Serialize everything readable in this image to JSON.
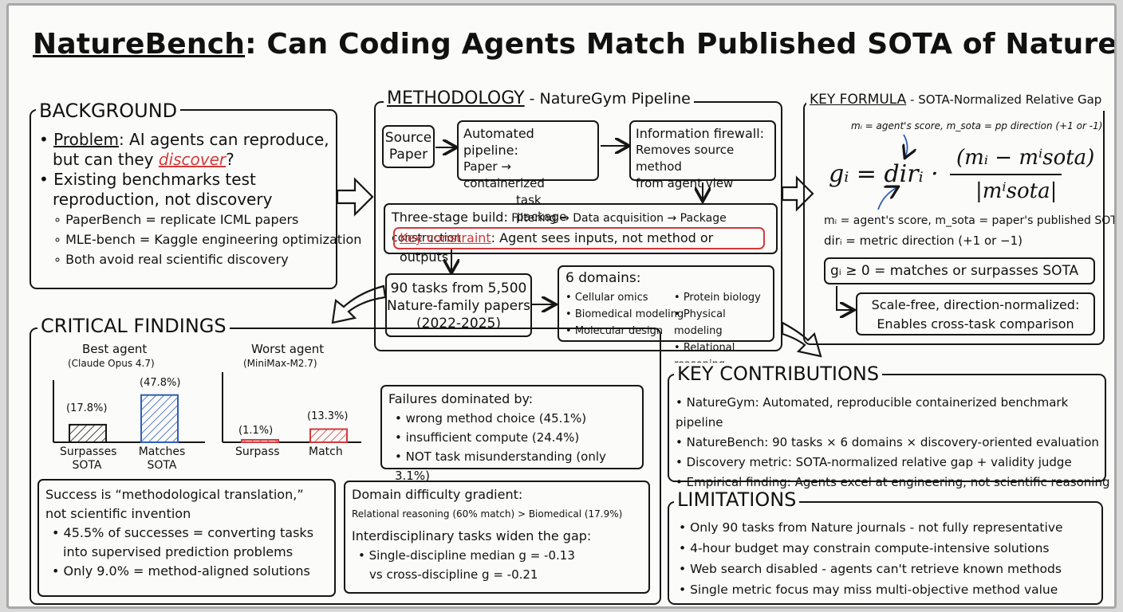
{
  "title": {
    "prefix": "NatureBench",
    "rest": ": Can Coding Agents Match Published SOTA of Nature-Family Papers?"
  },
  "colors": {
    "red": "#d23a3a",
    "blue": "#2f5fb8",
    "ink": "#161616"
  },
  "background": {
    "header": "BACKGROUND",
    "p1_label": "Problem",
    "p1_rest": ": AI agents can reproduce,",
    "p1_line2a": "but can they ",
    "p1_discover": "discover",
    "p1_line2b": "?",
    "p2_line1": "Existing benchmarks test",
    "p2_line2": "reproduction, not discovery",
    "sub1": "PaperBench = replicate ICML papers",
    "sub2": "MLE-bench = Kaggle engineering optimization",
    "sub3": "Both avoid real scientific discovery"
  },
  "methodology": {
    "header_main": "METHODOLOGY",
    "header_sub": " - NatureGym Pipeline",
    "source": [
      "Source",
      "Paper"
    ],
    "auto": [
      "Automated pipeline:",
      "Paper → containerized",
      "task package"
    ],
    "firewall": [
      "Information firewall:",
      "Removes source method",
      "from agent view"
    ],
    "stage_label": "Three-stage build:",
    "stage_text": " Filtering → Data acquisition → Package construction",
    "constraint_label": "Key constraint",
    "constraint_text": ": Agent sees inputs, not method or outputs",
    "tasks": [
      "90 tasks from 5,500",
      "Nature-family papers",
      "(2022-2025)"
    ],
    "domains_title": "6 domains:",
    "domains": [
      "Cellular omics",
      "Biomedical modeling",
      "Molecular design",
      "Protein biology",
      "Physical modeling",
      "Relational reasoning"
    ]
  },
  "formula": {
    "header_main": "KEY FORMULA",
    "header_sub": " - SOTA-Normalized Relative Gap",
    "note_top": "mᵢ = agent's score, m_sota = pp direction (+1 or -1)",
    "g": "gᵢ = dirᵢ ·",
    "numerator": "(mᵢ − mⁱsota)",
    "denominator": "|mⁱsota|",
    "def1": "mᵢ = agent's score, m_sota = paper's published SOTA",
    "def2": "dirᵢ = metric direction (+1 or −1)",
    "cond": "gᵢ ≥ 0 = matches or surpasses SOTA",
    "scale1": "Scale-free, direction-normalized:",
    "scale2": "Enables cross-task comparison"
  },
  "findings": {
    "header": "CRITICAL FINDINGS",
    "best_title": "Best agent",
    "best_sub": "(Claude Opus 4.7)",
    "worst_title": "Worst agent",
    "worst_sub": "(MiniMax-M2.7)",
    "failures_title": "Failures dominated by:",
    "failures": [
      "wrong method choice (45.1%)",
      "insufficient compute (24.4%)",
      "NOT task misunderstanding (only 3.1%)"
    ],
    "success_l1": "Success is “methodological translation,”",
    "success_l2": "not scientific invention",
    "success_b1a": "45.5% of successes = converting tasks",
    "success_b1b": "into supervised prediction problems",
    "success_b2": "Only 9.0% = method-aligned solutions",
    "domain_title": "Domain difficulty gradient:",
    "domain_line": "Relational reasoning (60% match) > Biomedical (17.9%)",
    "inter_title": "Interdisciplinary tasks widen the gap:",
    "inter_b1": "Single-discipline median g = -0.13",
    "inter_b2": "vs cross-discipline g = -0.21"
  },
  "chart_data": [
    {
      "type": "bar",
      "title": "Best agent",
      "subtitle": "(Claude Opus 4.7)",
      "categories": [
        "Surpasses SOTA",
        "Matches SOTA"
      ],
      "values": [
        17.8,
        47.8
      ],
      "labels": [
        "(17.8%)",
        "(47.8%)"
      ],
      "colors": [
        "#161616",
        "#2f5fb8"
      ],
      "ylim": [
        0,
        50
      ]
    },
    {
      "type": "bar",
      "title": "Worst agent",
      "subtitle": "(MiniMax-M2.7)",
      "categories": [
        "Surpass",
        "Match"
      ],
      "values": [
        1.1,
        13.3
      ],
      "labels": [
        "(1.1%)",
        "(13.3%)"
      ],
      "colors": [
        "#d23a3a",
        "#d23a3a"
      ],
      "ylim": [
        0,
        50
      ]
    }
  ],
  "contributions": {
    "header": "KEY CONTRIBUTIONS",
    "items": [
      {
        "label": "NatureGym",
        "text": ": Automated, reproducible containerized benchmark pipeline"
      },
      {
        "label": "NatureBench",
        "text": ": 90 tasks × 6 domains × discovery-oriented evaluation"
      },
      {
        "label": "Discovery metric",
        "text": ": SOTA-normalized relative gap + validity judge"
      },
      {
        "label": "Empirical finding",
        "text": ": Agents excel at engineering, not scientific reasoning"
      }
    ]
  },
  "limitations": {
    "header": "LIMITATIONS",
    "items": [
      "Only 90 tasks from Nature journals - not fully representative",
      "4-hour budget may constrain compute-intensive solutions",
      "Web search disabled - agents can't retrieve known methods",
      "Single metric focus may miss multi-objective method value"
    ]
  }
}
